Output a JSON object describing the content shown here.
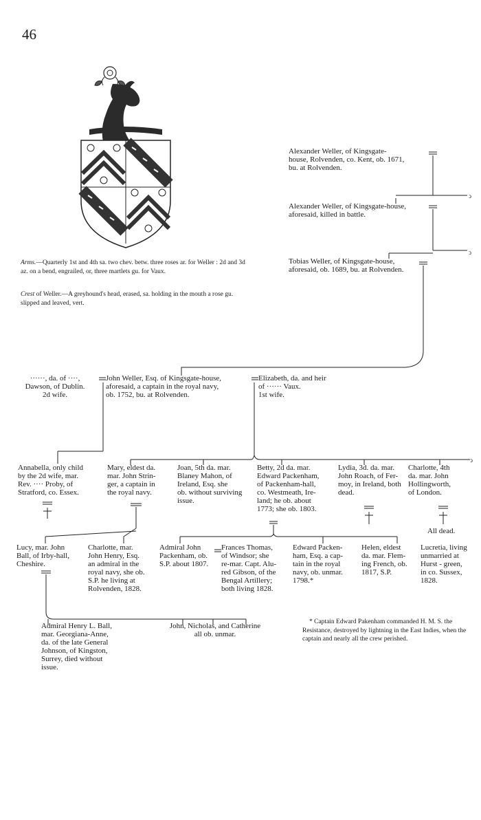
{
  "page_number": "46",
  "arms_label": "Arms.",
  "arms_text": "—Quarterly 1st and 4th sa. two chev. betw. three roses ar. for Weller : 2d and 3d az. on a bend, engrailed, or, three martlets gu. for Vaux.",
  "crest_label": "Crest",
  "crest_text": " of Weller.—A greyhound's head, erased, sa. holding in the mouth a rose gu. slipped and leaved, vert.",
  "persons": [
    {
      "id": "alexander-weller-1671",
      "text": "Alexander Weller, of Kingsgate-\nhouse, Rolvenden, co. Kent, ob. 1671,\nbu. at Rolvenden."
    },
    {
      "id": "alexander-weller-battle",
      "text": "Alexander Weller, of Kingsgate-house,\naforesaid, killed in battle."
    },
    {
      "id": "tobias-weller",
      "text": "Tobias Weller, of Kingsgate-house,\naforesaid, ob. 1689, bu. at Rolvenden."
    },
    {
      "id": "dawson-wife",
      "text": "······, da. of ····,\nDawson, of Dublin.\n2d wife."
    },
    {
      "id": "john-weller",
      "text": "John Weller, Esq. of Kingsgate-house,\naforesaid, a captain in the royal navy,\nob. 1752, bu. at Rolvenden."
    },
    {
      "id": "elizabeth-vaux",
      "text": "Elizabeth, da. and heir\nof ······ Vaux.\n1st wife."
    },
    {
      "id": "annabella",
      "text": "Annabella, only child\nby the 2d wife, mar.\nRev. ···· Proby, of\nStratford, co. Essex."
    },
    {
      "id": "mary",
      "text": "Mary, eldest da.\nmar. John Strin-\nger, a captain in\nthe royal navy."
    },
    {
      "id": "joan",
      "text": "Joan, 5th da. mar.\nBlaney Mahon, of\nIreland, Esq. she\nob. without surviving\nissue."
    },
    {
      "id": "betty",
      "text": "Betty, 2d da. mar.\nEdward Packenham,\nof Packenham-hall,\nco. Westmeath, Ire-\nland; he ob. about\n1773; she ob. 1803."
    },
    {
      "id": "lydia",
      "text": "Lydia, 3d. da. mar.\nJohn Roach, of Fer-\nmoy, in Ireland, both\ndead."
    },
    {
      "id": "charlotte-4th",
      "text": "Charlotte, 4th\nda. mar. John\nHollingworth,\nof London."
    },
    {
      "id": "all-dead",
      "text": "All dead."
    },
    {
      "id": "lucy",
      "text": "Lucy, mar. John\nBall, of Irby-hall,\nCheshire."
    },
    {
      "id": "charlotte-henry",
      "text": "Charlotte, mar.\nJohn Henry, Esq.\nan admiral in the\nroyal navy, she ob.\nS.P. he living at\nRolvenden, 1828."
    },
    {
      "id": "admiral-john-packenham",
      "text": "Admiral John\nPackenham, ob.\nS.P. about 1807."
    },
    {
      "id": "frances-thomas",
      "text": "Frances Thomas,\nof Windsor; she\nre-mar. Capt. Alu-\nred Gibson, of the\nBengal Artillery;\nboth living 1828."
    },
    {
      "id": "edward-packenham",
      "text": "Edward Packen-\nham, Esq. a cap-\ntain in the royal\nnavy, ob. unmar.\n1798.*"
    },
    {
      "id": "helen",
      "text": "Helen, eldest\nda. mar. Flem-\ning French, ob.\n1817, S.P."
    },
    {
      "id": "lucretia",
      "text": "Lucretia, living\nunmarried at\nHurst - green,\nin co. Sussex,\n1828."
    },
    {
      "id": "admiral-henry-ball",
      "text": "Admiral Henry L. Ball,\nmar. Georgiana-Anne,\nda. of the late General\nJohnson, of Kingston,\nSurrey, died without\nissue."
    },
    {
      "id": "john-nicholas-catherine",
      "text": "John, Nicholas, and Catherine\nall ob. unmar."
    }
  ],
  "footnote": "* Captain Edward Pakenham commanded H. M. S. the Resistance, destroyed by lightning in the East Indies, when the captain and nearly all the crew perished."
}
